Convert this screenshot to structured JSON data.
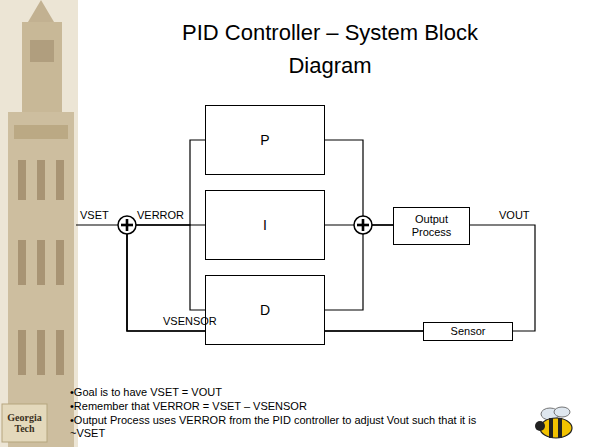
{
  "diagram": {
    "title": "PID Controller – System Block Diagram",
    "nodes": [
      {
        "text": [
          "P"
        ]
      },
      {
        "text": [
          "I"
        ]
      },
      {
        "text": [
          "D"
        ]
      },
      {
        "text": [
          "Output Process"
        ]
      },
      {
        "text": [
          "Sensor"
        ]
      }
    ],
    "edges": [
      {
        "from": 0,
        "to": 3,
        "arrow": "none"
      },
      {
        "from": 1,
        "to": 3,
        "arrow": "none"
      },
      {
        "from": 2,
        "to": 3,
        "arrow": "none"
      },
      {
        "from": 3,
        "to": 4,
        "arrow": "none"
      },
      {
        "from": 4,
        "to": 0,
        "arrow": "none"
      },
      {
        "from": 4,
        "to": 1,
        "arrow": "none"
      },
      {
        "from": 4,
        "to": 2,
        "arrow": "none"
      }
    ],
    "labels": [
      "VSET",
      "VERROR",
      "VSENSOR",
      "VOUT",
      "•Goal is to have VSET = VOUT",
      "•Remember that  VERROR = VSET – VSENSOR",
      "•Output Process uses VERROR from the PID controller to adjust Vout such that it is ~VSET",
      "Georgia Tech"
    ]
  }
}
